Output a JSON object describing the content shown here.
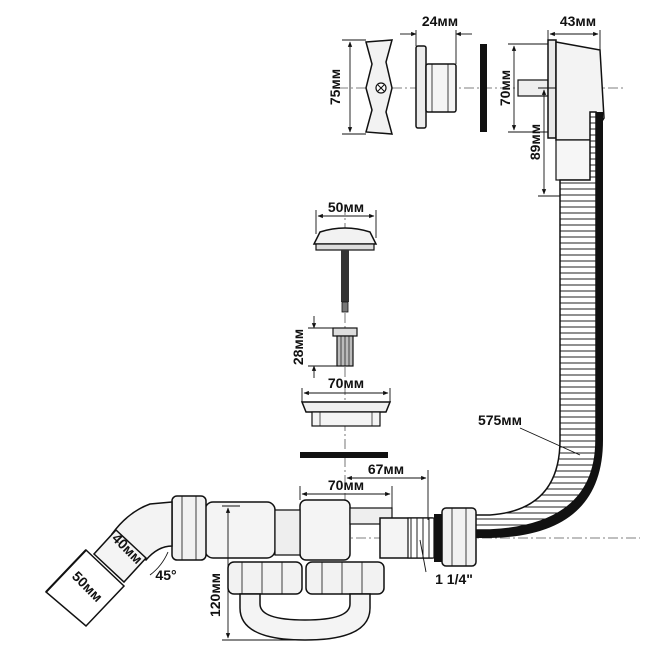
{
  "diagram": {
    "labels": {
      "overflow_cover_height": "75мм",
      "overflow_flange_width": "24мм",
      "overflow_body_width": "43мм",
      "overflow_body_height": "70мм",
      "overflow_offset": "89мм",
      "plug_diameter": "50мм",
      "strainer_height": "28мм",
      "outlet_flange_diameter": "70мм",
      "hose_length": "575мм",
      "outlet_offset": "67мм",
      "trap_outlet_width": "70мм",
      "pipe_diameter_40": "40мм",
      "pipe_diameter_50": "50мм",
      "elbow_angle": "45°",
      "trap_height": "120мм",
      "thread_size": "1 1/4\""
    }
  }
}
